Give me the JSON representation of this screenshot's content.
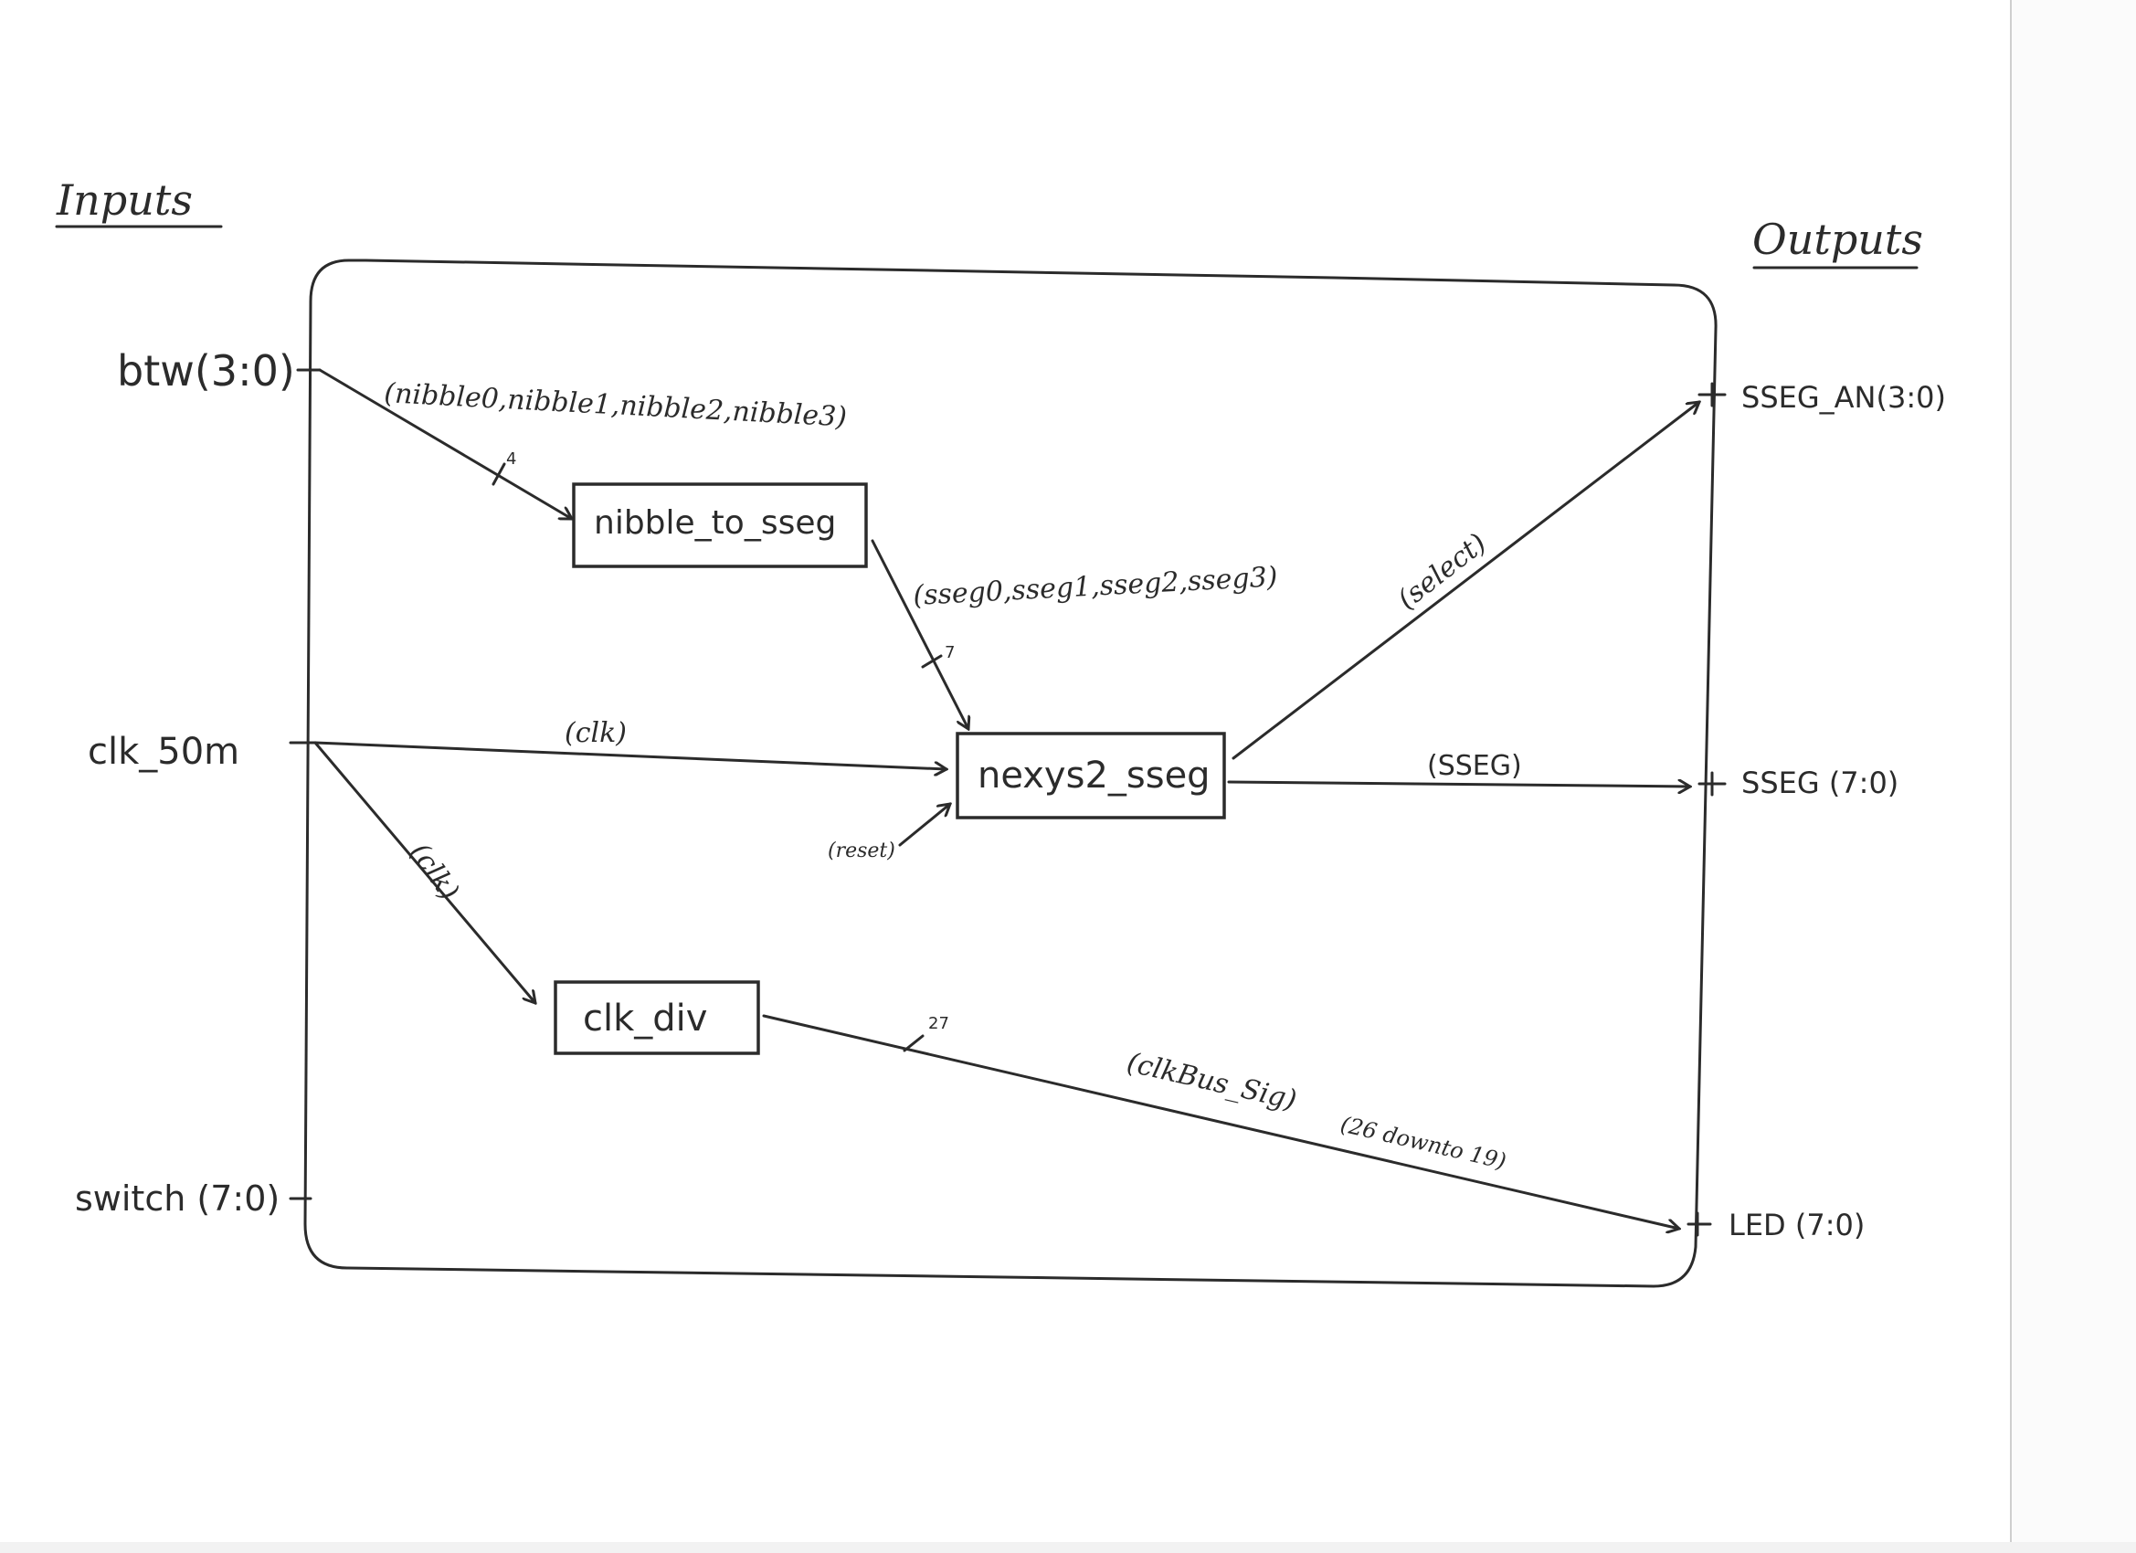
{
  "headings": {
    "inputs": "Inputs",
    "outputs": "Outputs"
  },
  "ports": {
    "in_btw": "btw(3:0)",
    "in_clk": "clk_50m",
    "in_switch": "switch (7:0)",
    "out_sseg_an": "SSEG_AN(3:0)",
    "out_sseg": "SSEG (7:0)",
    "out_led": "LED (7:0)"
  },
  "blocks": {
    "nibble_to_sseg": "nibble_to_sseg",
    "nexys2_sseg": "nexys2_sseg",
    "clk_div": "clk_div"
  },
  "signals": {
    "nibbles": "(nibble0,nibble1,nibble2,nibble3)",
    "nibble_width": "4",
    "ssegs": "(sseg0,sseg1,sseg2,sseg3)",
    "sseg_width": "7",
    "clk_main": "(clk)",
    "clk_div": "(clk)",
    "reset": "(reset)",
    "select": "(select)",
    "sseg_out": "(SSEG)",
    "clkbus": "(clkBus_Sig)",
    "clkbus_range": "(26 downto 19)",
    "clkbus_width": "27"
  }
}
